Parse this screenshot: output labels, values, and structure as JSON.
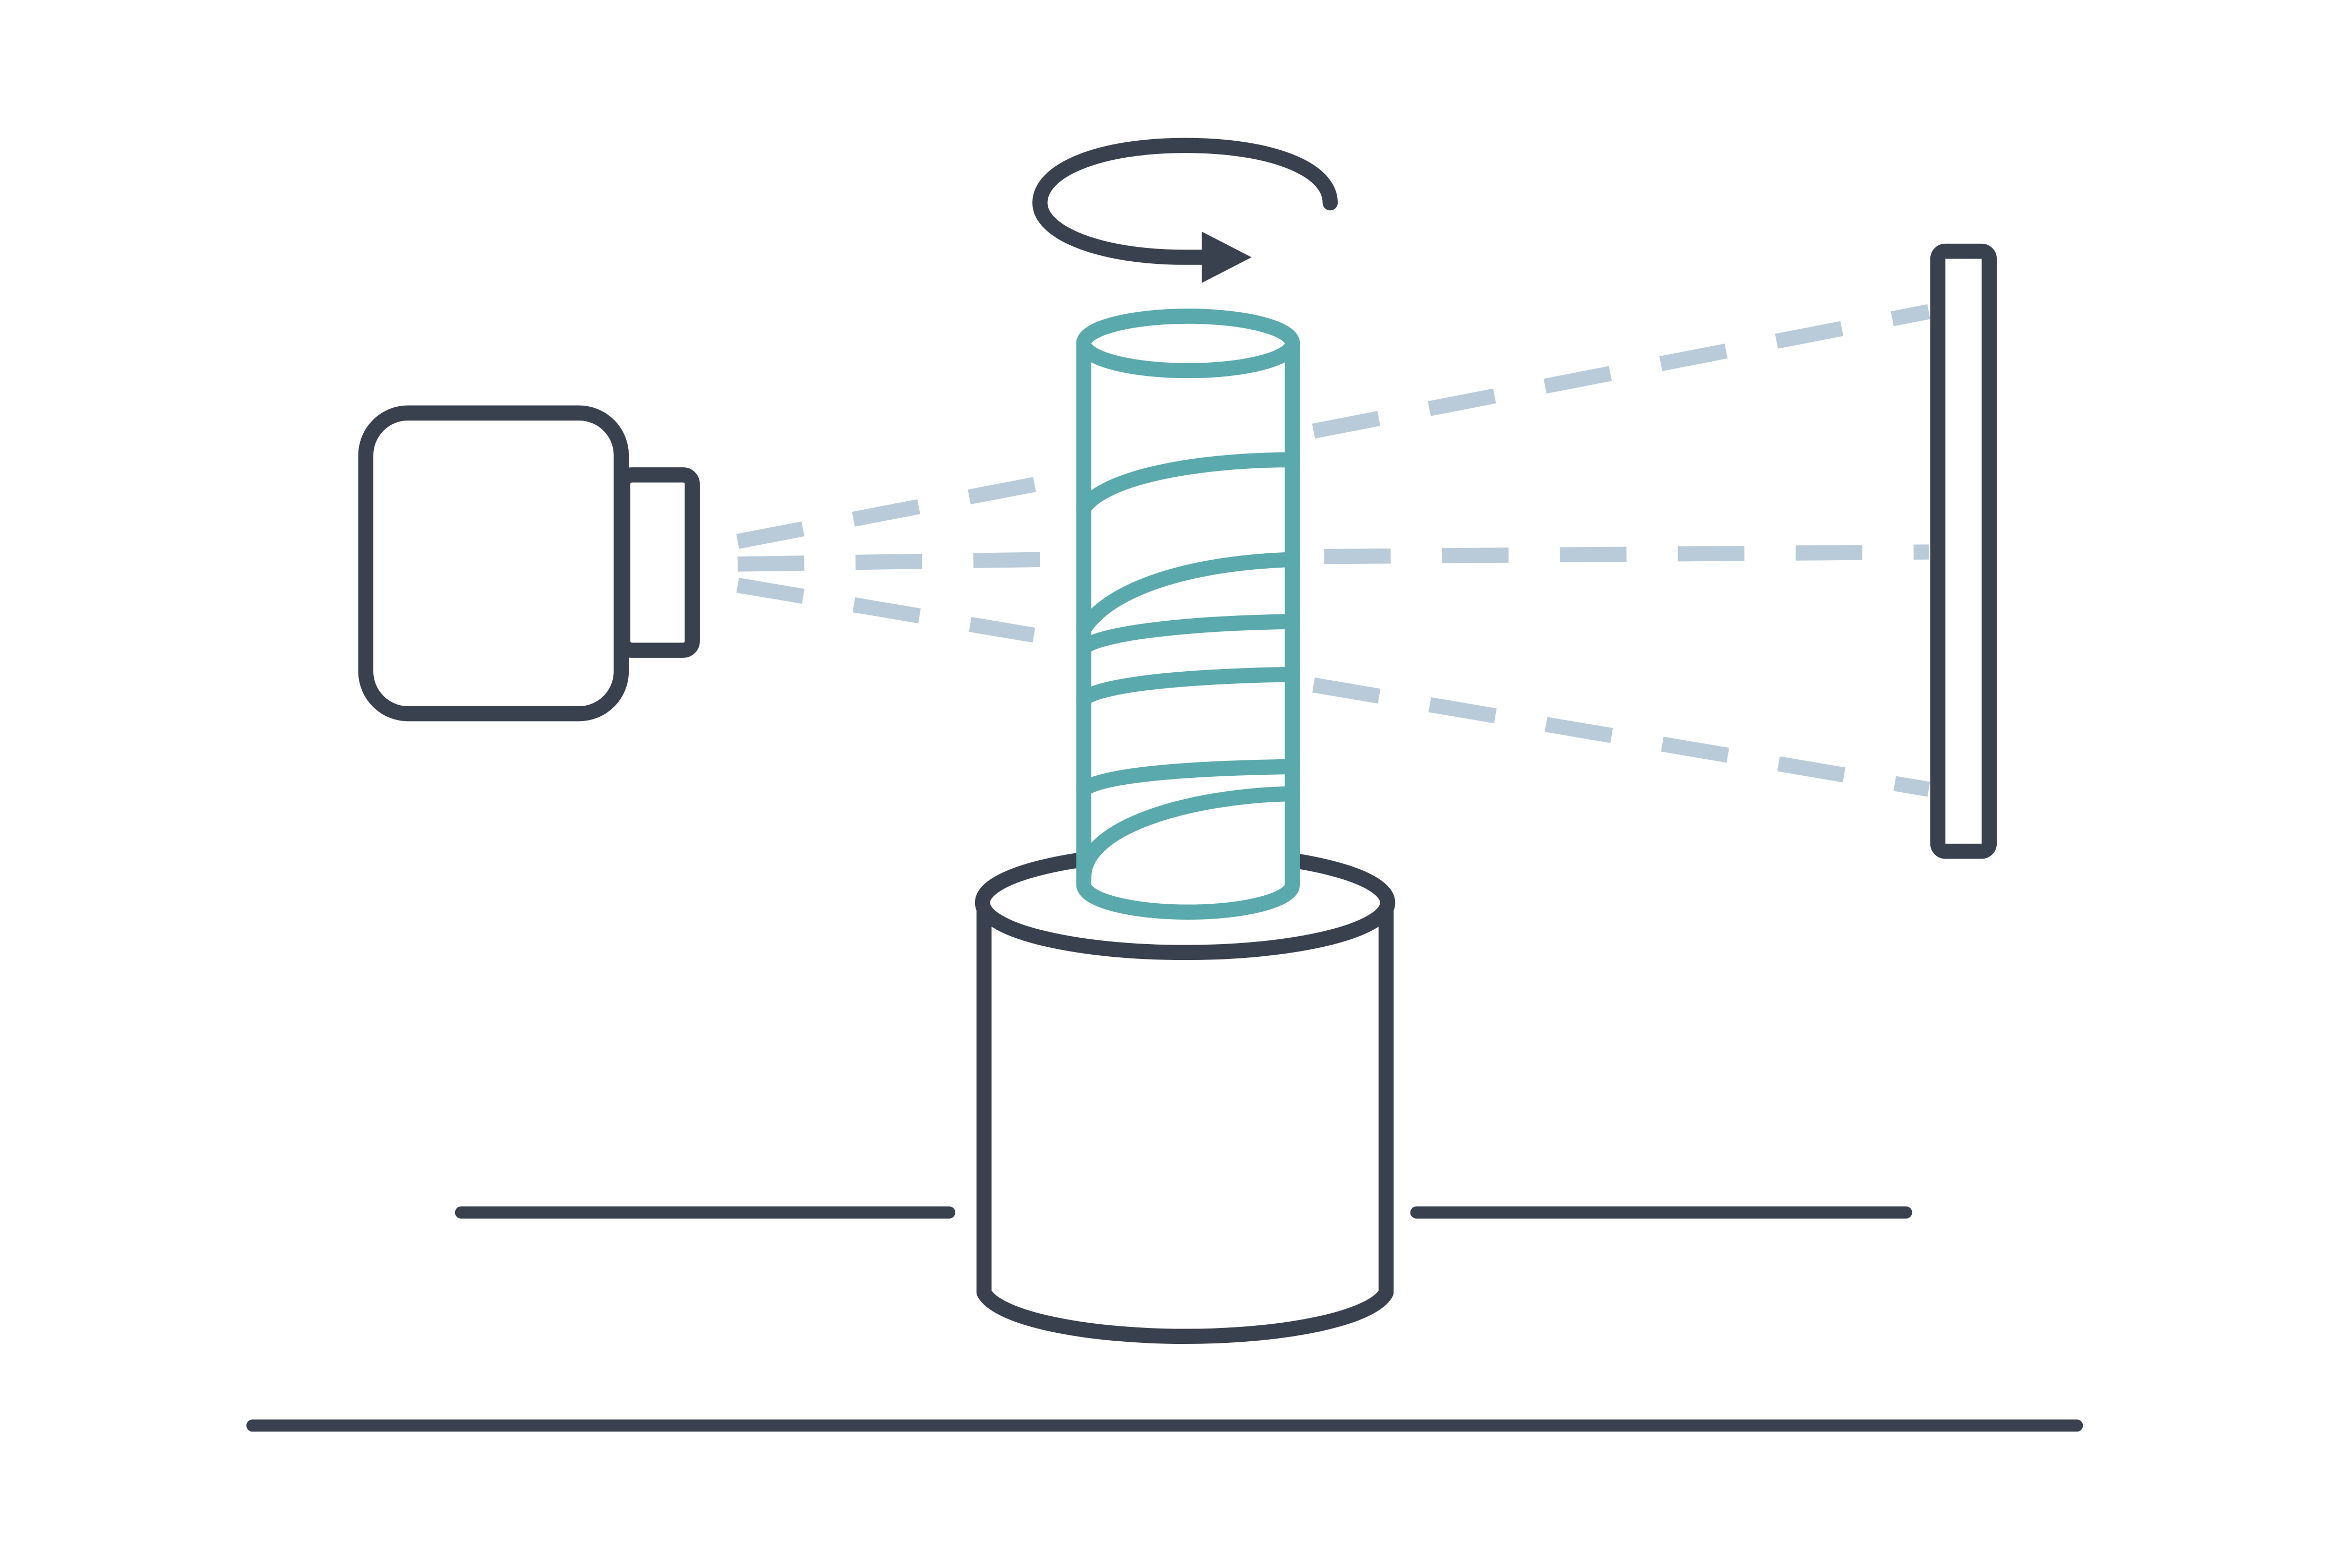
{
  "colors": {
    "outline": "#3a414e",
    "sample": "#5aa9ac",
    "beam": "#b9cbd8",
    "background": "#ffffff"
  },
  "elements": {
    "source": "x-ray-source-icon",
    "rotation": "rotation-arrow-icon",
    "sample": "sample-cylinder",
    "stage": "rotation-stage",
    "detector": "detector-panel",
    "beams": "x-ray-beam-lines",
    "table": "table-surface"
  }
}
